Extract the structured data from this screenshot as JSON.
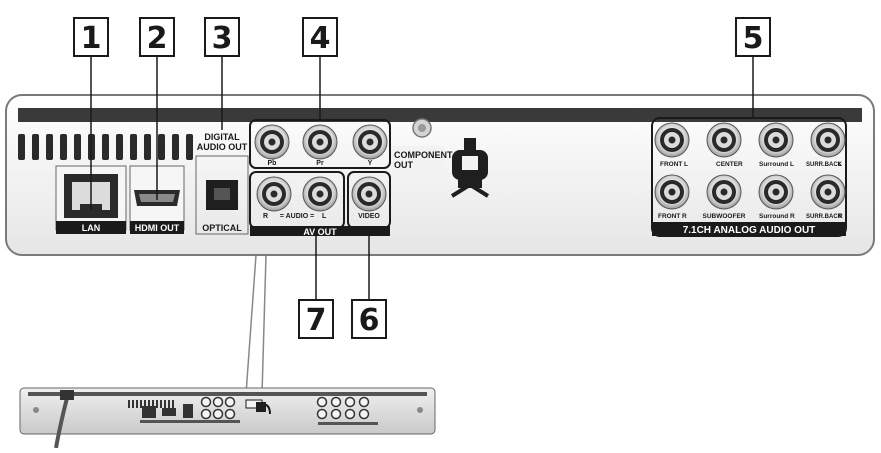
{
  "callouts": {
    "c1": "1",
    "c2": "2",
    "c3": "3",
    "c4": "4",
    "c5": "5",
    "c6": "6",
    "c7": "7"
  },
  "panel": {
    "lan": "LAN",
    "hdmi_out": "HDMI OUT",
    "digital_audio_out_line1": "DIGITAL",
    "digital_audio_out_line2": "AUDIO OUT",
    "optical": "OPTICAL",
    "pb": "Pb",
    "pr": "Pr",
    "y": "Y",
    "component_out_line1": "COMPONENT",
    "component_out_line2": "OUT",
    "audio_r": "R",
    "audio_mid": "= AUDIO =",
    "audio_l": "L",
    "video": "VIDEO",
    "av_out": "AV OUT",
    "front_l": "FRONT",
    "center": "CENTER",
    "surround_l": "Surround",
    "surr_back_l": "SURR.BACK",
    "front_r": "FRONT",
    "subwoofer": "SUBWOOFER",
    "surround_r": "Surround",
    "surr_back_r": "SURR.BACK",
    "analog_audio_out": "7.1CH ANALOG AUDIO OUT",
    "L": "L",
    "R": "R"
  },
  "colors": {
    "panel_bg": "#f2f2f2",
    "panel_stroke": "#7a7a7a",
    "top_bar": "#3a3a3a",
    "label_bar": "#1a1a1a",
    "jack_outer": "#f4f4f4",
    "jack_inner": "#2a2a2a"
  }
}
